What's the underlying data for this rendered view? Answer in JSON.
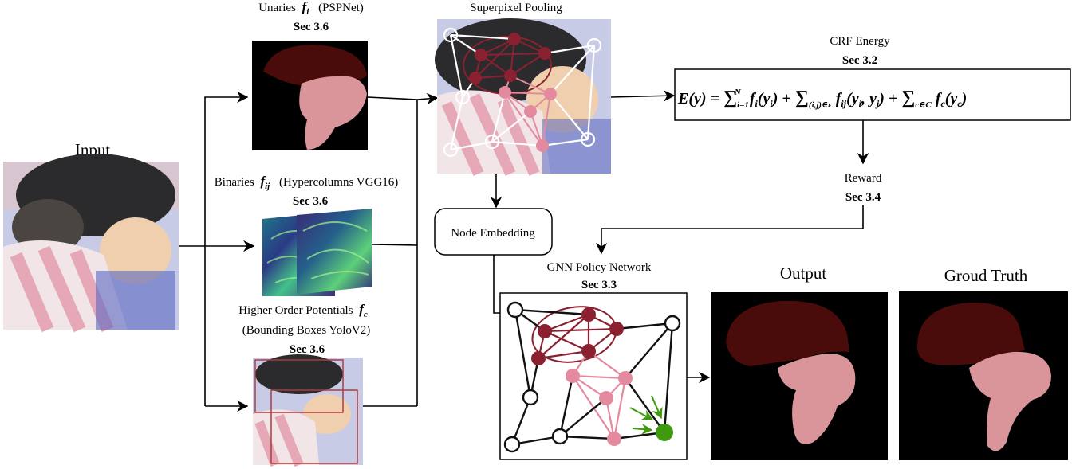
{
  "input": {
    "label": "Input"
  },
  "unaries": {
    "label": "Unaries",
    "symbol": "f",
    "sub": "i",
    "method": "(PSPNet)",
    "section": "Sec 3.6"
  },
  "binaries": {
    "label": "Binaries",
    "symbol": "f",
    "sub": "ij",
    "method": "(Hypercolumns VGG16)",
    "section": "Sec 3.6"
  },
  "higher_order": {
    "label": "Higher Order Potentials",
    "symbol": "f",
    "sub": "c",
    "method": "(Bounding Boxes YoloV2)",
    "section": "Sec 3.6"
  },
  "superpixel": {
    "label": "Superpixel Pooling"
  },
  "node_embedding": {
    "label": "Node Embedding"
  },
  "crf": {
    "label": "CRF Energy",
    "section": "Sec 3.2",
    "eq": {
      "lhs": "E(y) = ",
      "sum1": "∑",
      "sum1_sub": "i=1",
      "sum1_sup": "N",
      "term1": " f",
      "term1_sub": "i",
      "term1_arg": "(y",
      "term1_arg_sub": "i",
      "term1_close": ") + ",
      "sum2": "∑",
      "sum2_sub": "(i,j)∈ε",
      "term2": " f",
      "term2_sub": "ij",
      "term2_arg": "(y",
      "term2_arg_sub1": "i",
      "term2_comma": ", y",
      "term2_arg_sub2": "j",
      "term2_close": ") + ",
      "sum3": "∑",
      "sum3_sub": "c∈C",
      "term3": " f",
      "term3_sub": "c",
      "term3_arg": "(y",
      "term3_arg_sub": "c",
      "term3_close": ")"
    }
  },
  "reward": {
    "label": "Reward",
    "section": "Sec 3.4"
  },
  "gnn": {
    "label": "GNN Policy Network",
    "section": "Sec 3.3"
  },
  "output": {
    "label": "Output"
  },
  "ground_truth": {
    "label": "Groud Truth"
  },
  "colors": {
    "dark_red": "#8b2130",
    "pink": "#e48a9e",
    "seg_dark": "#4a0b0b",
    "seg_pink": "#d9959a",
    "green": "#3f9a0f"
  }
}
